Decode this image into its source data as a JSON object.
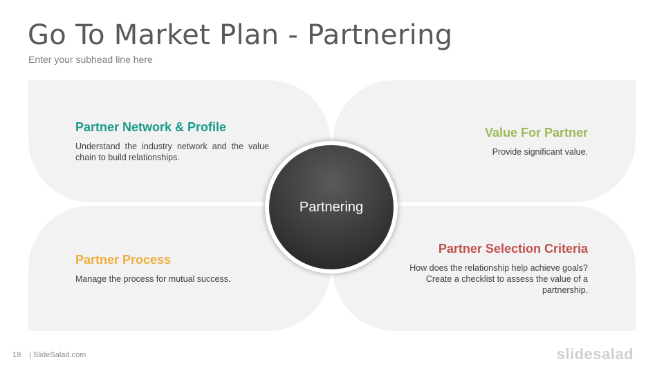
{
  "slide": {
    "title": "Go To Market Plan - Partnering",
    "subtitle": "Enter your subhead line here"
  },
  "center": {
    "label": "Partnering"
  },
  "quadrants": [
    {
      "heading": "Partner Network & Profile",
      "text": "Understand the industry network and the value chain to build relationships.",
      "color": "#1a9b8c"
    },
    {
      "heading": "Value For Partner",
      "text": "Provide significant value.",
      "color": "#9bbb59"
    },
    {
      "heading": "Partner Process",
      "text": "Manage the process for mutual success.",
      "color": "#f0ad3c"
    },
    {
      "heading": "Partner Selection Criteria",
      "text": "How does the relationship help achieve goals? Create a checklist to assess the value of a partnership.",
      "color": "#c0504d"
    }
  ],
  "footer": {
    "page_number": "19",
    "site": "| SlideSalad.com",
    "logo": "slidesalad"
  }
}
